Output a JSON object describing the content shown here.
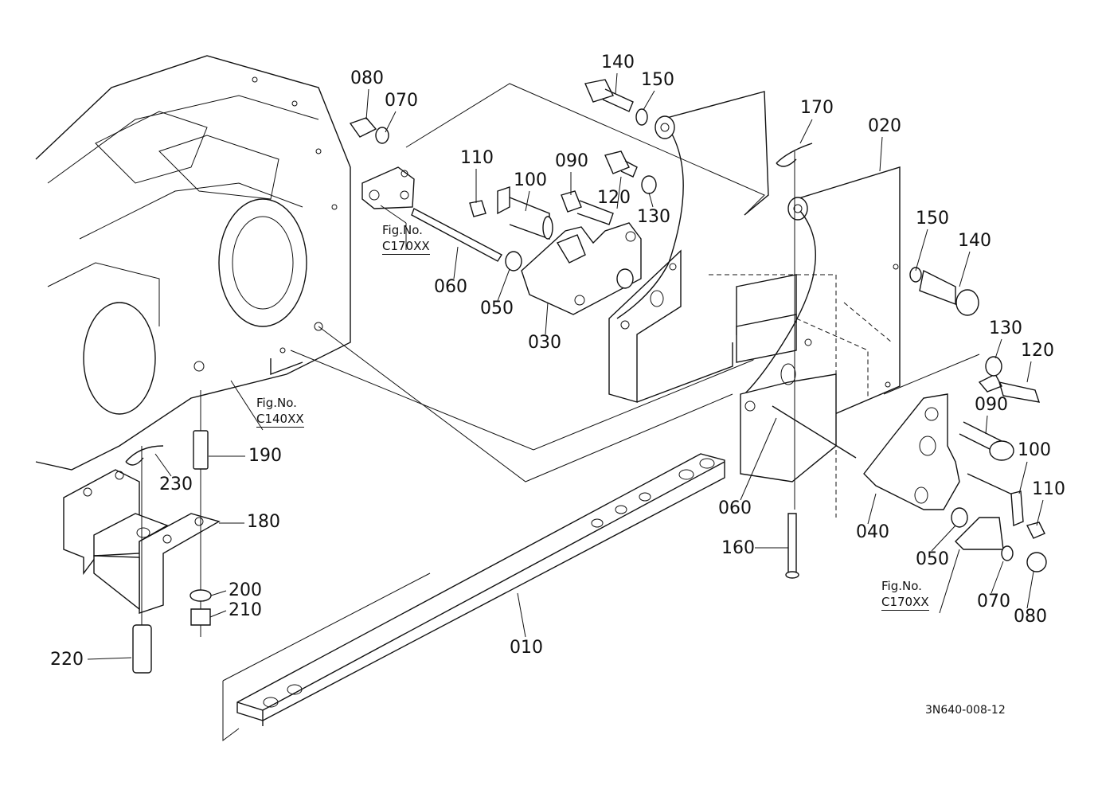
{
  "diagram": {
    "drawing_code": "3N640-008-12",
    "callouts": [
      {
        "id": "c080a",
        "text": "080"
      },
      {
        "id": "c070a",
        "text": "070"
      },
      {
        "id": "c110a",
        "text": "110"
      },
      {
        "id": "c100a",
        "text": "100"
      },
      {
        "id": "c090a",
        "text": "090"
      },
      {
        "id": "c120a",
        "text": "120"
      },
      {
        "id": "c130a",
        "text": "130"
      },
      {
        "id": "c140a",
        "text": "140"
      },
      {
        "id": "c150a",
        "text": "150"
      },
      {
        "id": "c060a",
        "text": "060"
      },
      {
        "id": "c050a",
        "text": "050"
      },
      {
        "id": "c030",
        "text": "030"
      },
      {
        "id": "c170",
        "text": "170"
      },
      {
        "id": "c020",
        "text": "020"
      },
      {
        "id": "c150b",
        "text": "150"
      },
      {
        "id": "c140b",
        "text": "140"
      },
      {
        "id": "c130b",
        "text": "130"
      },
      {
        "id": "c120b",
        "text": "120"
      },
      {
        "id": "c090b",
        "text": "090"
      },
      {
        "id": "c100b",
        "text": "100"
      },
      {
        "id": "c110b",
        "text": "110"
      },
      {
        "id": "c060b",
        "text": "060"
      },
      {
        "id": "c040",
        "text": "040"
      },
      {
        "id": "c160",
        "text": "160"
      },
      {
        "id": "c050b",
        "text": "050"
      },
      {
        "id": "c070b",
        "text": "070"
      },
      {
        "id": "c080b",
        "text": "080"
      },
      {
        "id": "c190",
        "text": "190"
      },
      {
        "id": "c230",
        "text": "230"
      },
      {
        "id": "c180",
        "text": "180"
      },
      {
        "id": "c200",
        "text": "200"
      },
      {
        "id": "c210",
        "text": "210"
      },
      {
        "id": "c220",
        "text": "220"
      },
      {
        "id": "c010",
        "text": "010"
      }
    ],
    "figure_refs": [
      {
        "line1": "Fig.No.",
        "line2": "C170XX"
      },
      {
        "line1": "Fig.No.",
        "line2": "C140XX"
      },
      {
        "line1": "Fig.No.",
        "line2": "C170XX"
      }
    ]
  }
}
